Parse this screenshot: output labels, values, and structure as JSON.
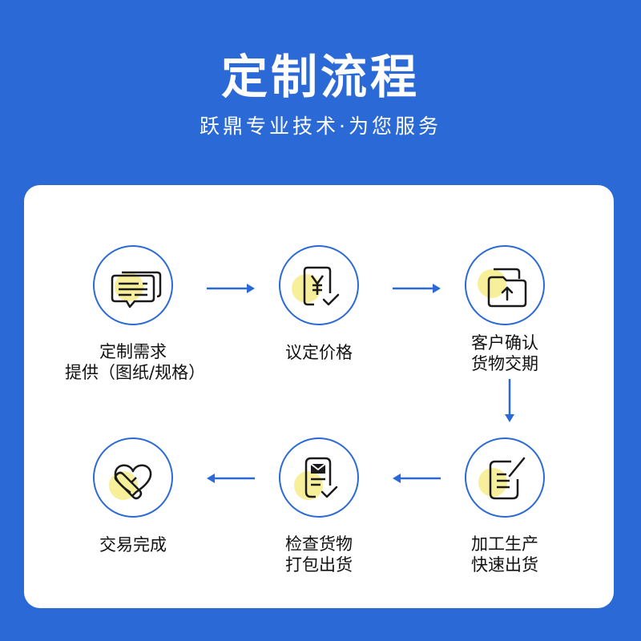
{
  "header": {
    "title": "定制流程",
    "subtitle": "跃鼎专业技术·为您服务"
  },
  "colors": {
    "background": "#2b6ad6",
    "card": "#ffffff",
    "accent_blue": "#2b6ad6",
    "highlight_yellow": "#f7ef9a",
    "icon_stroke": "#1a1a1a"
  },
  "steps": [
    {
      "icon": "message-chat-icon",
      "lines": [
        "定制需求",
        "提供（图纸/规格）"
      ]
    },
    {
      "icon": "yen-receipt-icon",
      "lines": [
        "议定价格"
      ]
    },
    {
      "icon": "package-upload-icon",
      "lines": [
        "客户确认",
        "货物交期"
      ]
    },
    {
      "icon": "document-edit-icon",
      "lines": [
        "加工生产",
        "快速出货"
      ]
    },
    {
      "icon": "envelope-document-check-icon",
      "lines": [
        "检查货物",
        "打包出货"
      ]
    },
    {
      "icon": "heart-handshake-icon",
      "lines": [
        "交易完成"
      ]
    }
  ]
}
